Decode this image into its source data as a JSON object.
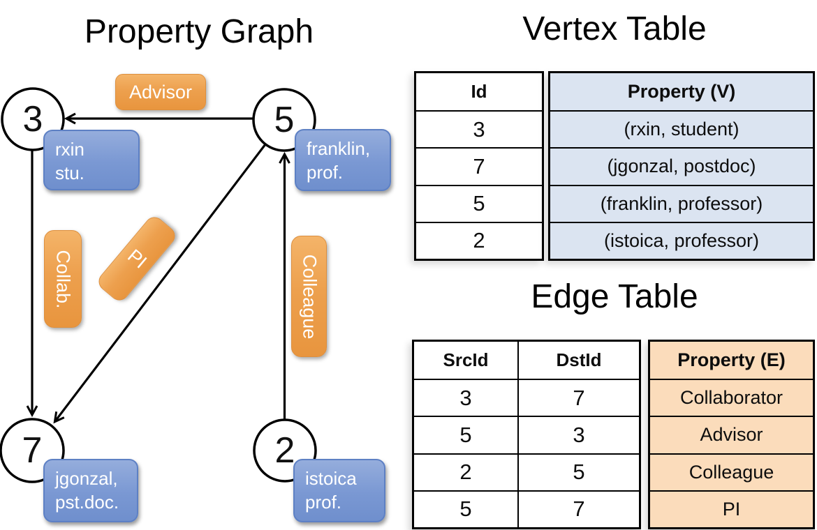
{
  "titles": {
    "graph": "Property Graph",
    "vertex_table": "Vertex Table",
    "edge_table": "Edge Table"
  },
  "graph": {
    "nodes": [
      {
        "id": "3",
        "label_line1": "rxin",
        "label_line2": "stu."
      },
      {
        "id": "5",
        "label_line1": "franklin,",
        "label_line2": "prof."
      },
      {
        "id": "7",
        "label_line1": "jgonzal,",
        "label_line2": "pst.doc."
      },
      {
        "id": "2",
        "label_line1": "istoica",
        "label_line2": "prof."
      }
    ],
    "edge_labels": {
      "advisor": "Advisor",
      "collab": "Collab.",
      "pi": "PI",
      "colleague": "Colleague"
    }
  },
  "vertex_table": {
    "headers": {
      "id": "Id",
      "property": "Property (V)"
    },
    "rows": [
      {
        "id": "3",
        "property": "(rxin, student)"
      },
      {
        "id": "7",
        "property": "(jgonzal, postdoc)"
      },
      {
        "id": "5",
        "property": "(franklin, professor)"
      },
      {
        "id": "2",
        "property": "(istoica, professor)"
      }
    ]
  },
  "edge_table": {
    "headers": {
      "src": "SrcId",
      "dst": "DstId",
      "property": "Property (E)"
    },
    "rows": [
      {
        "src": "3",
        "dst": "7",
        "property": "Collaborator"
      },
      {
        "src": "5",
        "dst": "3",
        "property": "Advisor"
      },
      {
        "src": "2",
        "dst": "5",
        "property": "Colleague"
      },
      {
        "src": "5",
        "dst": "7",
        "property": "PI"
      }
    ]
  },
  "colors": {
    "edge_label_fill": "#ec9f4d",
    "node_label_fill": "#7a98d3",
    "vertex_table_fill": "#dbe4f1",
    "edge_table_fill": "#fbdcbb",
    "line": "#000000",
    "background": "#ffffff"
  }
}
